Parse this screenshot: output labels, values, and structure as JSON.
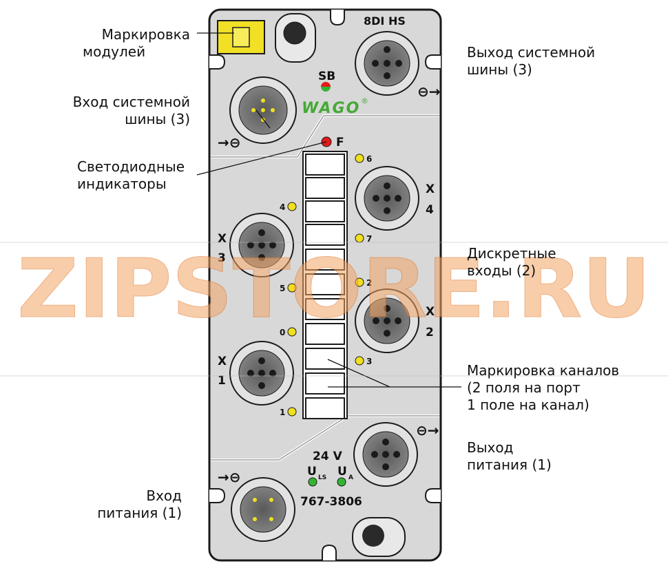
{
  "module": {
    "name": "8DI HS",
    "brand": "WAGO",
    "brand_mark": "®",
    "sb_label": "SB",
    "fault_label": "F",
    "voltage_label": "24 V",
    "u_ls_label": "U",
    "u_ls_sub": "LS",
    "u_a_label": "U",
    "u_a_sub": "A",
    "article_number": "767-3806",
    "ports": [
      {
        "id": "x1",
        "letter": "X",
        "number": "1"
      },
      {
        "id": "x2",
        "letter": "X",
        "number": "2"
      },
      {
        "id": "x3",
        "letter": "X",
        "number": "3"
      },
      {
        "id": "x4",
        "letter": "X",
        "number": "4"
      }
    ],
    "channel_leds": [
      "0",
      "1",
      "2",
      "3",
      "4",
      "5",
      "6",
      "7"
    ]
  },
  "callouts": {
    "module_marking": [
      "Маркировка",
      "модулей"
    ],
    "bus_in": [
      "Вход системной",
      "шины (3)"
    ],
    "leds": [
      "Светодиодные",
      "индикаторы"
    ],
    "bus_out": [
      "Выход системной",
      "шины (3)"
    ],
    "digital_inputs": [
      "Дискретные",
      "входы (2)"
    ],
    "channel_marking": [
      "Маркировка каналов",
      "(2 поля на порт",
      "1 поле на канал)"
    ],
    "power_out": [
      "Выход",
      "питания (1)"
    ],
    "power_in": [
      "Вход",
      "питания (1)"
    ]
  },
  "watermark": "ZIPSTORE.RU",
  "colors": {
    "housing": "#d8d8d8",
    "outline": "#1a1a1a",
    "marker_yellow": "#f2e027",
    "led_yellow": "#f0e020",
    "led_red": "#e21b1b",
    "led_green": "#33b533",
    "brand_green": "#44aa33",
    "watermark_orange": "#f3a566"
  }
}
